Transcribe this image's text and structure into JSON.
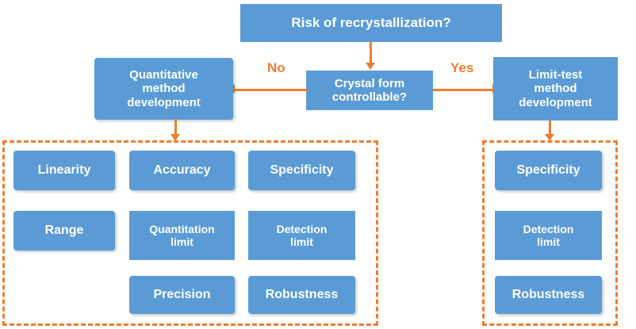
{
  "diagram": {
    "title_node": {
      "label": "Risk of recrystallization?"
    },
    "decision_node": {
      "label": "Crystal form controllable?",
      "line1": "Crystal form",
      "line2": "controllable?"
    },
    "edge_labels": {
      "no": "No",
      "yes": "Yes"
    },
    "left_branch": {
      "label": "Quantitative method development",
      "line1": "Quantitative",
      "line2": "method",
      "line3": "development"
    },
    "right_branch": {
      "label": "Limit-test method development",
      "line1": "Limit-test",
      "line2": "method",
      "line3": "development"
    },
    "left_group": {
      "items": [
        {
          "id": "linearity",
          "label": "Linearity"
        },
        {
          "id": "accuracy",
          "label": "Accuracy"
        },
        {
          "id": "specificity",
          "label": "Specificity"
        },
        {
          "id": "range",
          "label": "Range"
        },
        {
          "id": "quantitation-limit",
          "label": "Quantitation limit",
          "line1": "Quantitation",
          "line2": "limit"
        },
        {
          "id": "detection-limit",
          "label": "Detection limit",
          "line1": "Detection",
          "line2": "limit"
        },
        {
          "id": "precision",
          "label": "Precision"
        },
        {
          "id": "robustness",
          "label": "Robustness"
        }
      ]
    },
    "right_group": {
      "items": [
        {
          "id": "specificity",
          "label": "Specificity"
        },
        {
          "id": "detection-limit",
          "label": "Detection limit",
          "line1": "Detection",
          "line2": "limit"
        },
        {
          "id": "robustness",
          "label": "Robustness"
        }
      ]
    },
    "colors": {
      "node_blue": "#5B9BD5",
      "accent_orange": "#ED7D31",
      "node_text": "#FFFFFF",
      "background": "#FFFFFF"
    }
  }
}
